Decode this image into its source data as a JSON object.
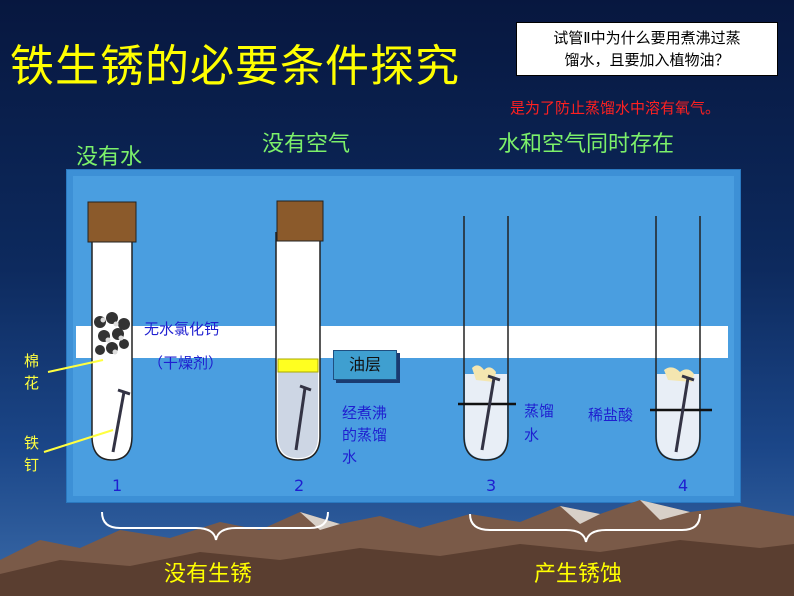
{
  "title": "铁生锈的必要条件探究",
  "question": {
    "line1": "试管Ⅱ中为什么要用煮沸过蒸",
    "line2": "馏水，且要加入植物油？"
  },
  "answer": "是为了防止蒸馏水中溶有氧气。",
  "conditions": {
    "no_water": "没有水",
    "no_air": "没有空气",
    "both": "水和空气同时存在"
  },
  "labels": {
    "cotton_1": "棉",
    "cotton_2": "花",
    "nail_1": "铁",
    "nail_2": "钉",
    "desiccant": "无水氯化钙",
    "desiccant_note": "（干燥剂）",
    "oil_layer": "油层",
    "boiled_1": "经煮沸",
    "boiled_2": "的蒸馏",
    "boiled_3": "水",
    "distilled_1": "蒸馏",
    "distilled_2": "水",
    "acid": "稀盐酸"
  },
  "tube_numbers": [
    "1",
    "2",
    "3",
    "4"
  ],
  "results": {
    "no_rust": "没有生锈",
    "rust": "产生锈蚀"
  },
  "colors": {
    "title": "#ffff00",
    "conditions": "#7cf06a",
    "answer": "#ff2020",
    "panel": "#4a9ee0",
    "cork": "#8b5a2b"
  }
}
